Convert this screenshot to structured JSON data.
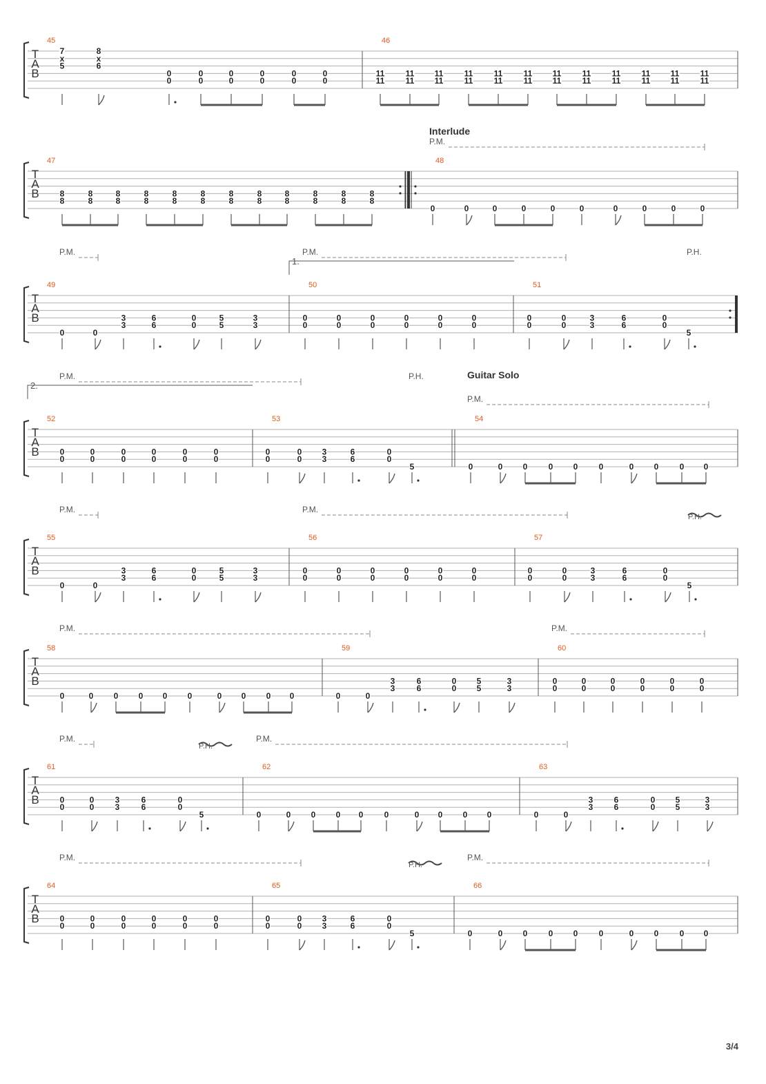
{
  "page": {
    "number": "3/4"
  },
  "labels": {
    "tab_letters": [
      "T",
      "A",
      "B"
    ],
    "pm": "P.M.",
    "ph": "P.H.",
    "ending_1": "1.",
    "ending_2": "2."
  },
  "systems": [
    {
      "measures": [
        {
          "number": "45",
          "notes": [
            [
              "7",
              "x",
              "5"
            ],
            [
              "8",
              "x",
              "6"
            ],
            [
              "0",
              "0"
            ],
            [
              "0",
              "0"
            ],
            [
              "0",
              "0"
            ],
            [
              "0",
              "0"
            ],
            [
              "0",
              "0"
            ],
            [
              "0",
              "0"
            ]
          ]
        },
        {
          "number": "46",
          "notes": [
            [
              "11",
              "11"
            ],
            [
              "11",
              "11"
            ],
            [
              "11",
              "11"
            ],
            [
              "11",
              "11"
            ],
            [
              "11",
              "11"
            ],
            [
              "11",
              "11"
            ],
            [
              "11",
              "11"
            ],
            [
              "11",
              "11"
            ],
            [
              "11",
              "11"
            ],
            [
              "11",
              "11"
            ],
            [
              "11",
              "11"
            ],
            [
              "11",
              "11"
            ]
          ]
        }
      ]
    },
    {
      "section": "Interlude",
      "measures": [
        {
          "number": "47",
          "notes": [
            [
              "8",
              "8"
            ],
            [
              "8",
              "8"
            ],
            [
              "8",
              "8"
            ],
            [
              "8",
              "8"
            ],
            [
              "8",
              "8"
            ],
            [
              "8",
              "8"
            ],
            [
              "8",
              "8"
            ],
            [
              "8",
              "8"
            ],
            [
              "8",
              "8"
            ],
            [
              "8",
              "8"
            ],
            [
              "8",
              "8"
            ],
            [
              "8",
              "8"
            ]
          ]
        },
        {
          "number": "48",
          "notes": [
            [
              "0"
            ],
            [
              "0"
            ],
            [
              "0"
            ],
            [
              "0"
            ],
            [
              "0"
            ],
            [
              "0"
            ],
            [
              "0"
            ],
            [
              "0"
            ],
            [
              "0"
            ],
            [
              "0"
            ]
          ]
        }
      ]
    },
    {
      "measures": [
        {
          "number": "49",
          "notes": [
            [
              "0"
            ],
            [
              "0"
            ],
            [
              "3",
              "3"
            ],
            [
              "6",
              "6"
            ],
            [
              "0",
              "0"
            ],
            [
              "5",
              "5"
            ],
            [
              "3",
              "3"
            ]
          ]
        },
        {
          "number": "50",
          "notes": [
            [
              "0",
              "0"
            ],
            [
              "0",
              "0"
            ],
            [
              "0",
              "0"
            ],
            [
              "0",
              "0"
            ],
            [
              "0",
              "0"
            ],
            [
              "0",
              "0"
            ]
          ]
        },
        {
          "number": "51",
          "notes": [
            [
              "0",
              "0"
            ],
            [
              "0",
              "0"
            ],
            [
              "3",
              "3"
            ],
            [
              "6",
              "6"
            ],
            [
              "0",
              "0"
            ],
            [
              "5"
            ]
          ]
        }
      ]
    },
    {
      "section": "Guitar Solo",
      "measures": [
        {
          "number": "52",
          "notes": [
            [
              "0",
              "0"
            ],
            [
              "0",
              "0"
            ],
            [
              "0",
              "0"
            ],
            [
              "0",
              "0"
            ],
            [
              "0",
              "0"
            ],
            [
              "0",
              "0"
            ]
          ]
        },
        {
          "number": "53",
          "notes": [
            [
              "0",
              "0"
            ],
            [
              "0",
              "0"
            ],
            [
              "3",
              "3"
            ],
            [
              "6",
              "6"
            ],
            [
              "0",
              "0"
            ],
            [
              "5"
            ]
          ]
        },
        {
          "number": "54",
          "notes": [
            [
              "0"
            ],
            [
              "0"
            ],
            [
              "0"
            ],
            [
              "0"
            ],
            [
              "0"
            ],
            [
              "0"
            ],
            [
              "0"
            ],
            [
              "0"
            ],
            [
              "0"
            ],
            [
              "0"
            ]
          ]
        }
      ]
    },
    {
      "measures": [
        {
          "number": "55",
          "notes": [
            [
              "0"
            ],
            [
              "0"
            ],
            [
              "3",
              "3"
            ],
            [
              "6",
              "6"
            ],
            [
              "0",
              "0"
            ],
            [
              "5",
              "5"
            ],
            [
              "3",
              "3"
            ]
          ]
        },
        {
          "number": "56",
          "notes": [
            [
              "0",
              "0"
            ],
            [
              "0",
              "0"
            ],
            [
              "0",
              "0"
            ],
            [
              "0",
              "0"
            ],
            [
              "0",
              "0"
            ],
            [
              "0",
              "0"
            ]
          ]
        },
        {
          "number": "57",
          "notes": [
            [
              "0",
              "0"
            ],
            [
              "0",
              "0"
            ],
            [
              "3",
              "3"
            ],
            [
              "6",
              "6"
            ],
            [
              "0",
              "0"
            ],
            [
              "5"
            ]
          ]
        }
      ]
    },
    {
      "measures": [
        {
          "number": "58",
          "notes": [
            [
              "0"
            ],
            [
              "0"
            ],
            [
              "0"
            ],
            [
              "0"
            ],
            [
              "0"
            ],
            [
              "0"
            ],
            [
              "0"
            ],
            [
              "0"
            ],
            [
              "0"
            ],
            [
              "0"
            ]
          ]
        },
        {
          "number": "59",
          "notes": [
            [
              "0"
            ],
            [
              "0"
            ],
            [
              "3",
              "3"
            ],
            [
              "6",
              "6"
            ],
            [
              "0",
              "0"
            ],
            [
              "5",
              "5"
            ],
            [
              "3",
              "3"
            ]
          ]
        },
        {
          "number": "60",
          "notes": [
            [
              "0",
              "0"
            ],
            [
              "0",
              "0"
            ],
            [
              "0",
              "0"
            ],
            [
              "0",
              "0"
            ],
            [
              "0",
              "0"
            ],
            [
              "0",
              "0"
            ]
          ]
        }
      ]
    },
    {
      "measures": [
        {
          "number": "61",
          "notes": [
            [
              "0",
              "0"
            ],
            [
              "0",
              "0"
            ],
            [
              "3",
              "3"
            ],
            [
              "6",
              "6"
            ],
            [
              "0",
              "0"
            ],
            [
              "5"
            ]
          ]
        },
        {
          "number": "62",
          "notes": [
            [
              "0"
            ],
            [
              "0"
            ],
            [
              "0"
            ],
            [
              "0"
            ],
            [
              "0"
            ],
            [
              "0"
            ],
            [
              "0"
            ],
            [
              "0"
            ],
            [
              "0"
            ],
            [
              "0"
            ]
          ]
        },
        {
          "number": "63",
          "notes": [
            [
              "0"
            ],
            [
              "0"
            ],
            [
              "3",
              "3"
            ],
            [
              "6",
              "6"
            ],
            [
              "0",
              "0"
            ],
            [
              "5",
              "5"
            ],
            [
              "3",
              "3"
            ]
          ]
        }
      ]
    },
    {
      "measures": [
        {
          "number": "64",
          "notes": [
            [
              "0",
              "0"
            ],
            [
              "0",
              "0"
            ],
            [
              "0",
              "0"
            ],
            [
              "0",
              "0"
            ],
            [
              "0",
              "0"
            ],
            [
              "0",
              "0"
            ]
          ]
        },
        {
          "number": "65",
          "notes": [
            [
              "0",
              "0"
            ],
            [
              "0",
              "0"
            ],
            [
              "3",
              "3"
            ],
            [
              "6",
              "6"
            ],
            [
              "0",
              "0"
            ],
            [
              "5"
            ]
          ]
        },
        {
          "number": "66",
          "notes": [
            [
              "0"
            ],
            [
              "0"
            ],
            [
              "0"
            ],
            [
              "0"
            ],
            [
              "0"
            ],
            [
              "0"
            ],
            [
              "0"
            ],
            [
              "0"
            ],
            [
              "0"
            ],
            [
              "0"
            ]
          ]
        }
      ]
    }
  ]
}
